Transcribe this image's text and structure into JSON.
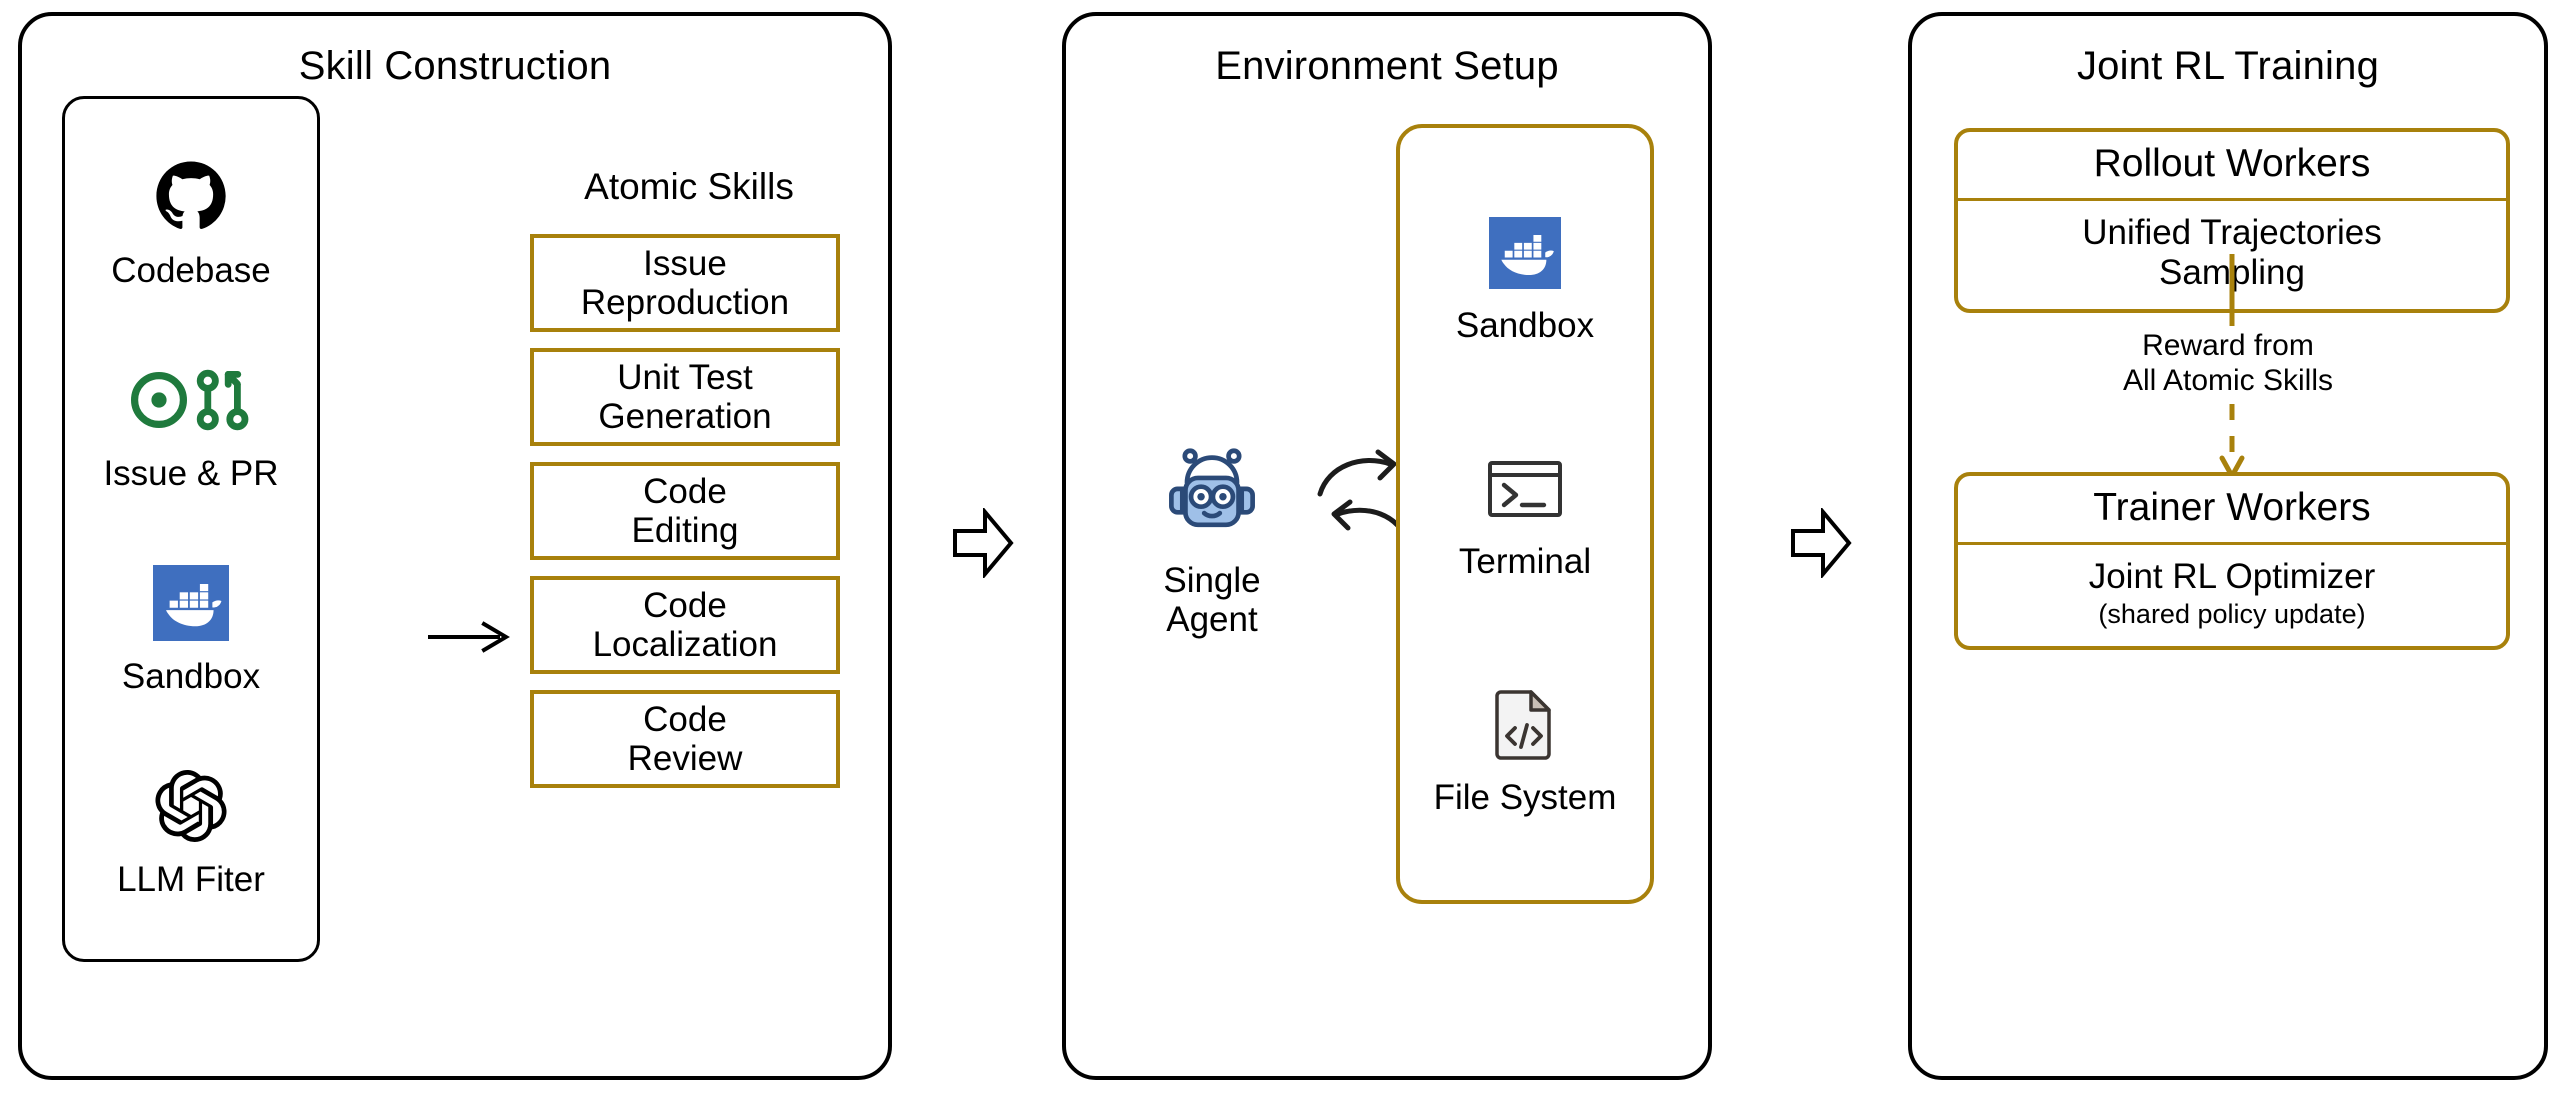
{
  "diagram": {
    "title": "Skill Construction / Environment Setup / Joint RL Training pipeline",
    "accent_gold": "#a8810c",
    "outline_black": "#000000",
    "docker_blue": "#3f6fbf",
    "github_green": "#1f7a3d",
    "robot_blue": "#9fc0e8"
  },
  "panels": {
    "skill": {
      "title": "Skill Construction",
      "sources": [
        {
          "label": "Codebase",
          "icon": "github-icon"
        },
        {
          "label": "Issue & PR",
          "icon": "issue-and-pull-request-icon"
        },
        {
          "label": "Sandbox",
          "icon": "docker-icon"
        },
        {
          "label": "LLM Fiter",
          "icon": "openai-icon"
        }
      ],
      "skills_heading": "Atomic Skills",
      "skills": [
        {
          "line1": "Issue",
          "line2": "Reproduction"
        },
        {
          "line1": "Unit Test",
          "line2": "Generation"
        },
        {
          "line1": "Code",
          "line2": "Editing"
        },
        {
          "line1": "Code",
          "line2": "Localization"
        },
        {
          "line1": "Code",
          "line2": "Review"
        }
      ]
    },
    "environment": {
      "title": "Environment Setup",
      "agent": {
        "line1": "Single",
        "line2": "Agent",
        "icon": "robot-icon"
      },
      "tools": [
        {
          "label": "Sandbox",
          "icon": "docker-icon"
        },
        {
          "label": "Terminal",
          "icon": "terminal-icon"
        },
        {
          "label": "File System",
          "icon": "code-file-icon"
        }
      ]
    },
    "training": {
      "title": "Joint RL Training",
      "rollout": {
        "head": "Rollout Workers",
        "line1": "Unified Trajectories",
        "line2": "Sampling"
      },
      "reward": {
        "line1": "Reward from",
        "line2": "All Atomic Skills"
      },
      "trainer": {
        "head": "Trainer Workers",
        "line1": "Joint RL Optimizer",
        "sub": "(shared policy update)"
      }
    }
  }
}
